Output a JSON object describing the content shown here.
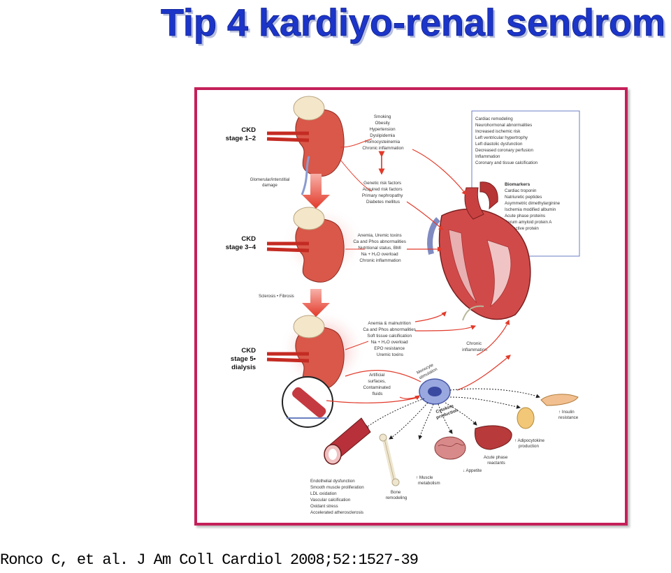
{
  "title": "Tip 4 kardiyo-renal sendrom",
  "colors": {
    "title_fill": "#1c35c9",
    "title_shadow": "#b8c0e0",
    "frame": "#c4205a",
    "arrow": "#e23a2a",
    "kidney": "#d9584a"
  },
  "figure": {
    "stage_1": [
      "CKD",
      "stage 1–2"
    ],
    "stage_2": [
      "CKD",
      "stage 3–4"
    ],
    "stage_3": [
      "CKD",
      "stage 5•",
      "dialysis"
    ],
    "transition_1": [
      "Glomerular/interstitial",
      "damage"
    ],
    "transition_2": "Sclerosis • Fibrosis",
    "risk_factors_top": [
      "Smoking",
      "Obesity",
      "Hypertension",
      "Dyslipidemia",
      "Homocysteinemia",
      "Chronic inflammation"
    ],
    "risk_factors_mid": [
      "Genetic risk factors",
      "Acquired risk factors",
      "Primary nephropathy",
      "Diabetes mellitus"
    ],
    "stage2_factors": [
      "Anemia, Uremic toxins",
      "Ca and Phos abnormalities",
      "Nutritional status, BMI",
      "Na + H₂O overload",
      "Chronic inflammation"
    ],
    "cardiac_box": [
      "Cardiac remodeling",
      "Neurohormonal abnormalities",
      "Increased ischemic risk",
      "Left ventricular hypertrophy",
      "Left diastolic dysfunction",
      "Decreased coronary perfusion",
      "Inflammation",
      "Coronary and tissue calcification"
    ],
    "biomarkers_title": "Biomarkers",
    "biomarkers": [
      "Cardiac troponin",
      "Natriuretic peptides",
      "Asymmetric dimethylarginine",
      "Ischemia modified albumin",
      "Acute phase proteins",
      "Serum amyloid protein A",
      "C-reactive protein"
    ],
    "stage3_factors": [
      "Anemia & malnutrition",
      "Ca and Phos abnormalities",
      "Soft tissue calcification",
      "Na + H₂O overload",
      "EPO resistance",
      "Uremic toxins"
    ],
    "chronic_inflammation": [
      "Chronic",
      "inflammation"
    ],
    "artificial": [
      "Artificial",
      "surfaces,",
      "Contaminated",
      "fluids"
    ],
    "monocyte": [
      "Monocyte",
      "stimulation"
    ],
    "cytokine": [
      "Cytokine",
      "production"
    ],
    "insulin": [
      "↑ Insulin",
      "resistance"
    ],
    "adipocytokine": [
      "↑ Adipocytokine",
      "production"
    ],
    "acute_phase": [
      "Acute phase",
      "reactants"
    ],
    "appetite": "↓ Appetite",
    "muscle": [
      "↑ Muscle",
      "metabolism"
    ],
    "bone": [
      "Bone",
      "remodeling"
    ],
    "vascular": [
      "Endothelial dysfunction",
      "Smooth muscle proliferation",
      "LDL oxidation",
      "Vascular calcification",
      "Oxidant stress",
      "Accelerated atherosclerosis"
    ]
  },
  "citation": "Ronco C, et al. J Am Coll Cardiol 2008;52:1527-39"
}
